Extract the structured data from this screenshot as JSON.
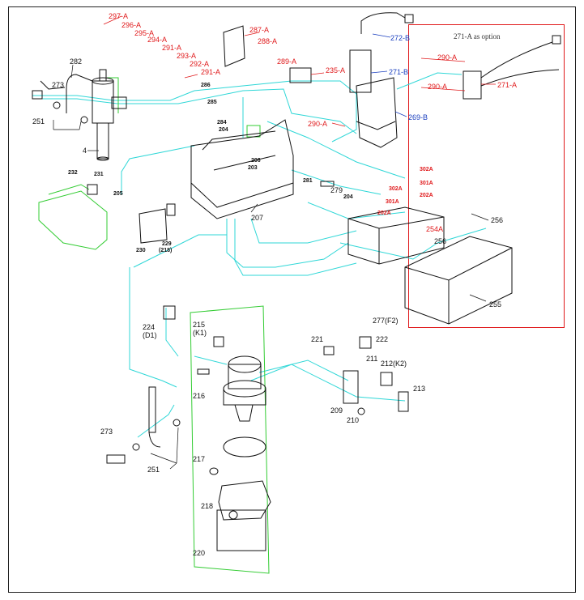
{
  "colors": {
    "black_label": "#111111",
    "red_label": "#e0191b",
    "blue_label": "#1a3fbf",
    "cyan_wire": "#2fd7d7",
    "green_outline": "#33cc33"
  },
  "option_box": {
    "title": "271-A as option"
  },
  "labels_red": {
    "l297a": "297-A",
    "l296a": "296-A",
    "l295a": "295-A",
    "l294a": "294-A",
    "l291a_top": "291-A",
    "l293a": "293-A",
    "l292a": "292-A",
    "l291a_b": "291-A",
    "l287a": "287-A",
    "l288a": "288-A",
    "l289a": "289-A",
    "l235a": "235-A",
    "l290a_1": "290-A",
    "l290a_opt1": "290-A",
    "l290a_opt2": "290-A",
    "l271a_opt": "271-A",
    "l302a_1": "302A",
    "l301a_1": "301A",
    "l202a_1": "202A",
    "l302a_2": "302A",
    "l301a_2": "301A",
    "l202a_2": "202A"
  },
  "labels_blue": {
    "l272b": "272-B",
    "l271b": "271-B",
    "l269b": "269-B"
  },
  "labels_black": {
    "l282": "282",
    "l273_top": "273",
    "l251_top": "251",
    "l4": "4",
    "l286": "286",
    "l285": "285",
    "l284": "284",
    "l204_a": "204",
    "l206": "206",
    "l203": "203",
    "l281": "281",
    "l279": "279",
    "l207": "207",
    "l204_b": "204",
    "l254a": "254A",
    "l256_a": "256",
    "l256_b": "256",
    "l255": "255",
    "l232": "232",
    "l231": "231",
    "l205": "205",
    "l230": "230",
    "l229": "229",
    "l229_sub": "(218)",
    "l224": "224",
    "l224_sub": "(D1)",
    "l215": "215",
    "l215_sub": "(K1)",
    "l216": "216",
    "l221": "221",
    "l277": "277(F2)",
    "l222": "222",
    "l211": "211",
    "l212": "212(K2)",
    "l213": "213",
    "l209": "209",
    "l210": "210",
    "l273_bot": "273",
    "l251_bot": "251",
    "l217": "217",
    "l218": "218",
    "l220": "220"
  }
}
